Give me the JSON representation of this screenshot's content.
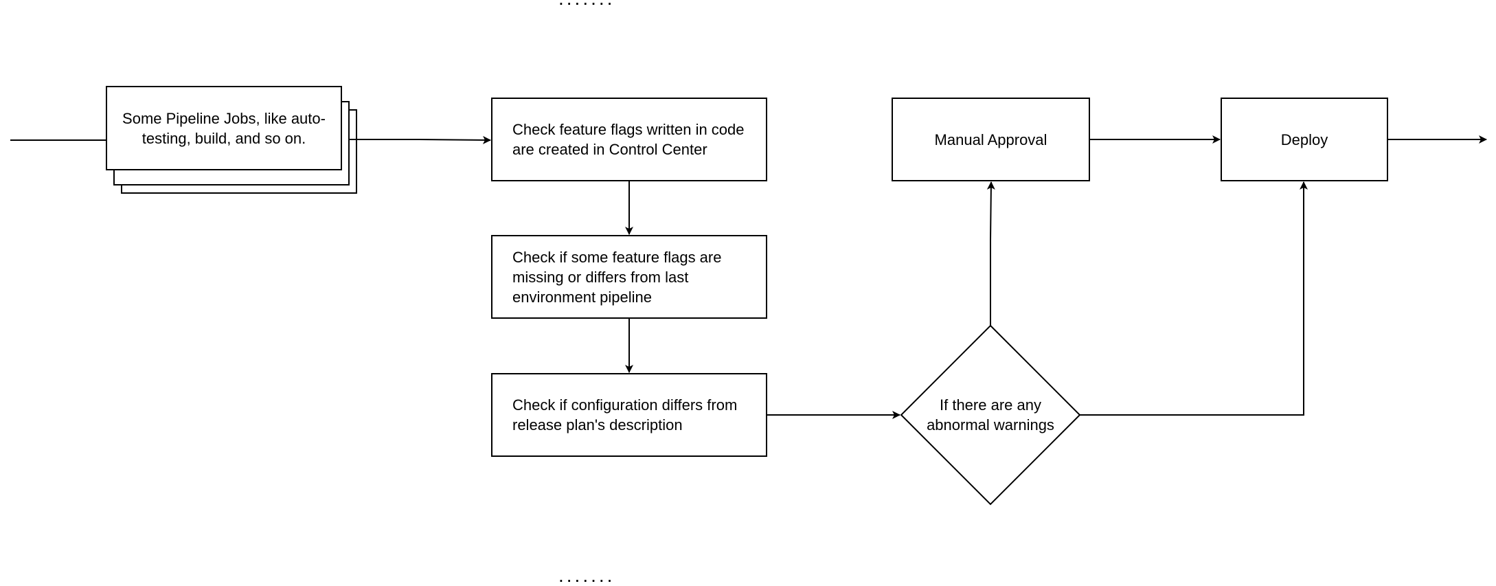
{
  "top_ellipsis": ".......",
  "bottom_ellipsis": ".......",
  "nodes": {
    "pipeline_jobs": "Some Pipeline Jobs, like auto-testing, build, and so on.",
    "check_flags_created": "Check feature flags written in code are created in Control Center",
    "check_flags_missing": "Check if some feature flags are missing or differs from last environment pipeline",
    "check_config": "Check if configuration differs from release plan's description",
    "decision": "If there are any abnormal warnings",
    "manual_approval": "Manual Approval",
    "deploy": "Deploy"
  }
}
